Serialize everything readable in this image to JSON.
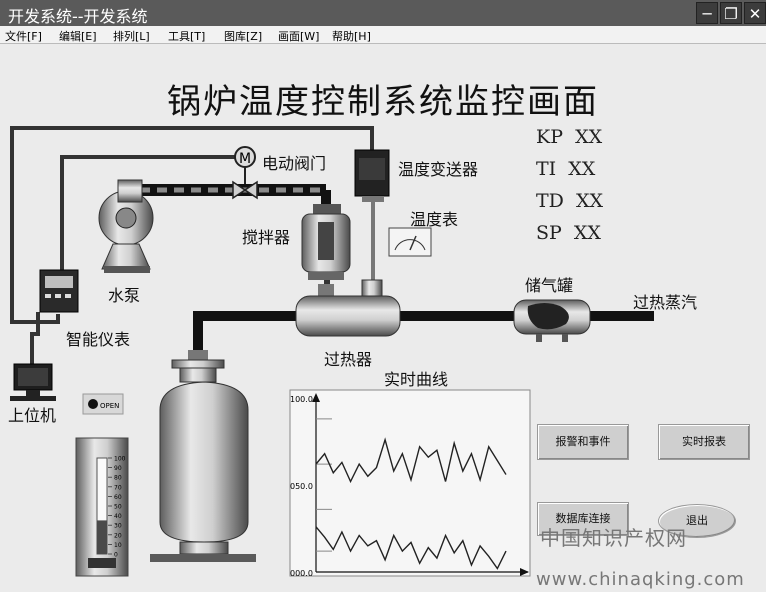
{
  "window": {
    "title": "开发系统--开发系统",
    "controls": [
      "minimize",
      "restore",
      "close"
    ]
  },
  "menu": [
    "文件[F]",
    "编辑[E]",
    "排列[L]",
    "工具[T]",
    "图库[Z]",
    "画面[W]",
    "帮助[H]"
  ],
  "screen": {
    "title": "锅炉温度控制系统监控画面",
    "params": [
      {
        "name": "KP",
        "value": "XX"
      },
      {
        "name": "TI",
        "value": "XX"
      },
      {
        "name": "TD",
        "value": "XX"
      },
      {
        "name": "SP",
        "value": "XX"
      }
    ],
    "labels": {
      "valve": "电动阀门",
      "transmitter": "温度变送器",
      "thermometer": "温度表",
      "mixer": "搅拌器",
      "pump": "水泵",
      "controller": "智能仪表",
      "superheater": "过热器",
      "gas_tank": "储气罐",
      "steam": "过热蒸汽",
      "host": "上位机",
      "trend": "实时曲线",
      "valve_symbol": "M",
      "open_indicator": "OPEN"
    },
    "buttons": {
      "alarm": "报警和事件",
      "realtime_report": "实时报表",
      "db_connect": "数据库连接",
      "exit": "退出"
    },
    "gauge": {
      "ticks": [
        "100",
        "90",
        "80",
        "70",
        "60",
        "50",
        "40",
        "30",
        "20",
        "10",
        "0"
      ],
      "level_percent": 35
    }
  },
  "chart_data": {
    "type": "line",
    "title": "实时曲线",
    "yticks": [
      "100.0",
      "050.0",
      "000.0"
    ],
    "ylim": [
      0,
      100
    ],
    "series": [
      {
        "values": [
          62,
          68,
          57,
          63,
          52,
          62,
          55,
          60,
          76,
          58,
          68,
          53,
          72,
          66,
          70,
          52,
          74,
          58,
          68,
          53,
          72,
          64,
          56
        ]
      },
      {
        "values": [
          26,
          20,
          13,
          23,
          12,
          21,
          15,
          18,
          7,
          21,
          12,
          17,
          5,
          14,
          8,
          21,
          11,
          18,
          4,
          15,
          9,
          2,
          12
        ]
      }
    ]
  },
  "watermark": {
    "cn": "中国知识产权网",
    "url": "www.chinaqking.com"
  }
}
